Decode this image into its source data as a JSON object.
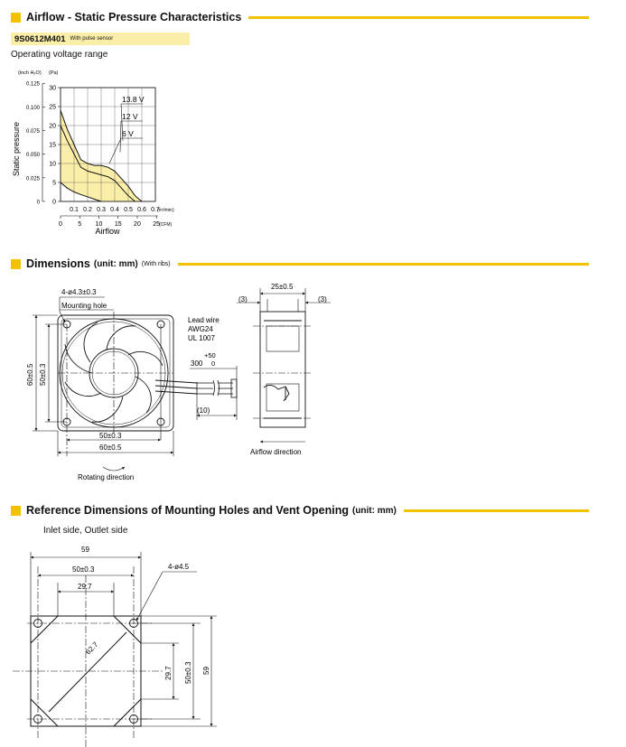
{
  "sections": {
    "airflow": {
      "title": "Airflow - Static Pressure Characteristics"
    },
    "dimensions": {
      "title": "Dimensions",
      "unit": "(unit: mm)",
      "sub": "(With ribs)"
    },
    "reference": {
      "title": "Reference Dimensions of Mounting Holes and Vent Opening",
      "unit": "(unit: mm)"
    }
  },
  "model": {
    "name": "9S0612M401",
    "pulse": "With pulse sensor"
  },
  "operating_voltage": "Operating voltage range",
  "chart_data": {
    "type": "line",
    "xlabel": "Airflow",
    "ylabel": "Static pressure",
    "x_unit_top": "(m³/min)",
    "x_unit_bottom": "(CFM)",
    "y_unit_left": "(inch H₂O)",
    "y_unit_right": "(Pa)",
    "xlim": [
      0,
      0.7
    ],
    "ylim": [
      0,
      30
    ],
    "x_ticks_m3min": [
      "0.1",
      "0.2",
      "0.3",
      "0.4",
      "0.5",
      "0.6",
      "0.7"
    ],
    "x_ticks_cfm": [
      "0",
      "5",
      "10",
      "15",
      "20",
      "25"
    ],
    "y_ticks_pa": [
      "0",
      "5",
      "10",
      "15",
      "20",
      "25",
      "30"
    ],
    "y_ticks_inch": [
      "0",
      "0.025",
      "0.050",
      "0.075",
      "0.100",
      "0.125"
    ],
    "grid": true,
    "series": [
      {
        "name": "13.8 V",
        "x": [
          0,
          0.05,
          0.1,
          0.15,
          0.2,
          0.25,
          0.3,
          0.35,
          0.4,
          0.45,
          0.5,
          0.55,
          0.6
        ],
        "y": [
          24,
          19,
          15,
          11,
          10,
          9.5,
          9.5,
          9,
          8,
          6,
          4,
          1.5,
          0
        ]
      },
      {
        "name": "12 V",
        "x": [
          0,
          0.05,
          0.1,
          0.15,
          0.2,
          0.25,
          0.3,
          0.35,
          0.4,
          0.45,
          0.5,
          0.55
        ],
        "y": [
          20,
          16,
          12.5,
          9,
          8,
          7.5,
          7,
          6.5,
          5.5,
          3.5,
          1.5,
          0
        ]
      },
      {
        "name": "6 V",
        "x": [
          0,
          0.05,
          0.1,
          0.15,
          0.2,
          0.25,
          0.3
        ],
        "y": [
          5,
          3.5,
          2.5,
          1.8,
          1.2,
          0.6,
          0
        ]
      }
    ],
    "operating_range": "shaded area between 6 V and 13.8 V curves"
  },
  "dims": {
    "hole": "4-ø4.3±0.3",
    "hole_label": "Mounting hole",
    "lead_wire": "Lead wire",
    "awg": "AWG24",
    "ul": "UL 1007",
    "wire_len": "300",
    "tol_plus": "+50",
    "tol_zero": "0",
    "wire_end": "(10)",
    "pitch": "50±0.3",
    "size": "60±0.5",
    "pitch_v": "50±0.3",
    "size_v": "60±0.5",
    "rotating": "Rotating direction",
    "airflow_dir": "Airflow direction",
    "depth": "25±0.5",
    "rib_l": "(3)",
    "rib_r": "(3)"
  },
  "ref": {
    "side": "Inlet side, Outlet side",
    "w59": "59",
    "w50": "50±0.3",
    "w297": "29.7",
    "holes": "4-ø4.5",
    "diag": "62.7",
    "h297": "29.7",
    "h50": "50±0.3",
    "h59": "59"
  }
}
